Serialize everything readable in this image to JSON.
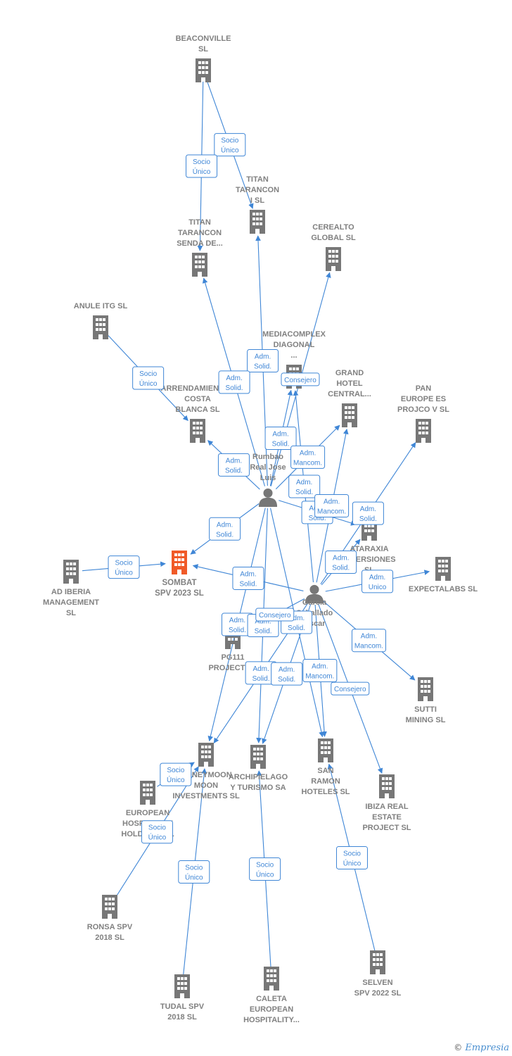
{
  "colors": {
    "edge": "#3f86d6",
    "building": "#777777",
    "focus": "#f05a28",
    "label": "#808080"
  },
  "credit": {
    "symbol": "©",
    "brand": "Empresia"
  },
  "nodes": [
    {
      "id": "beaconville",
      "type": "company",
      "lines": [
        "BEACONVILLE",
        "SL"
      ]
    },
    {
      "id": "titan1",
      "type": "company",
      "lines": [
        "TITAN",
        "TARANCON",
        "I  SL"
      ]
    },
    {
      "id": "titan2",
      "type": "company",
      "lines": [
        "TITAN",
        "TARANCON",
        "SENDA DE..."
      ]
    },
    {
      "id": "cerealto",
      "type": "company",
      "lines": [
        "CEREALTO",
        "GLOBAL  SL"
      ]
    },
    {
      "id": "anule",
      "type": "company",
      "lines": [
        "ANULE ITG  SL"
      ]
    },
    {
      "id": "mediacomplex",
      "type": "company",
      "lines": [
        "MEDIACOMPLEX",
        "DIAGONAL",
        "..."
      ]
    },
    {
      "id": "arrendamientos",
      "type": "company",
      "lines": [
        "ARRENDAMIENTOS",
        "COSTA",
        "BLANCA SL"
      ]
    },
    {
      "id": "grandhotel",
      "type": "company",
      "lines": [
        "GRAND",
        "HOTEL",
        "CENTRAL..."
      ]
    },
    {
      "id": "paneurope",
      "type": "company",
      "lines": [
        "PAN",
        "EUROPE ES",
        "PROJCO V SL"
      ]
    },
    {
      "id": "rumbao",
      "type": "person",
      "lines": [
        "Rumbao",
        "Real Jose",
        "Luis"
      ]
    },
    {
      "id": "ataraxia",
      "type": "company",
      "lines": [
        "ATARAXIA",
        "INVERSIONES",
        "SL"
      ]
    },
    {
      "id": "adiberia",
      "type": "company",
      "lines": [
        "AD IBERIA",
        "MANAGEMENT",
        "SL"
      ]
    },
    {
      "id": "sombat",
      "type": "focus",
      "lines": [
        "SOMBAT",
        "SPV 2023  SL"
      ]
    },
    {
      "id": "expectalabs",
      "type": "company",
      "lines": [
        "EXPECTALABS SL"
      ]
    },
    {
      "id": "oscar",
      "type": "person",
      "lines": [
        "Garcia",
        "Caballado",
        "Oscar"
      ]
    },
    {
      "id": "pg111",
      "type": "company",
      "lines": [
        "PG111",
        "PROJECT  SL"
      ]
    },
    {
      "id": "sutti",
      "type": "company",
      "lines": [
        "SUTTI",
        "MINING SL"
      ]
    },
    {
      "id": "honeymoon",
      "type": "company",
      "lines": [
        "HONEYMOON",
        "MOON",
        "INVESTMENTS SL"
      ]
    },
    {
      "id": "archipielago",
      "type": "company",
      "lines": [
        "ARCHIPIELAGO",
        "Y TURISMO SA"
      ]
    },
    {
      "id": "sanramon",
      "type": "company",
      "lines": [
        "SAN",
        "RAMON",
        "HOTELES SL"
      ]
    },
    {
      "id": "ibiza",
      "type": "company",
      "lines": [
        "IBIZA REAL",
        "ESTATE",
        "PROJECT  SL"
      ]
    },
    {
      "id": "eurohosp",
      "type": "company",
      "lines": [
        "EUROPEAN",
        "HOSPITALITY",
        "HOLDINGS SL"
      ]
    },
    {
      "id": "ronsa",
      "type": "company",
      "lines": [
        "RONSA SPV",
        "2018  SL"
      ]
    },
    {
      "id": "tudal",
      "type": "company",
      "lines": [
        "TUDAL SPV",
        "2018  SL"
      ]
    },
    {
      "id": "caleta",
      "type": "company",
      "lines": [
        "CALETA",
        "EUROPEAN",
        "HOSPITALITY..."
      ]
    },
    {
      "id": "selven",
      "type": "company",
      "lines": [
        "SELVEN",
        "SPV 2022  SL"
      ]
    }
  ],
  "edges": [
    {
      "from": "beaconville",
      "to": "titan1",
      "label": [
        "Socio",
        "Único"
      ]
    },
    {
      "from": "beaconville",
      "to": "titan2",
      "label": [
        "Socio",
        "Único"
      ]
    },
    {
      "from": "anule",
      "to": "arrendamientos",
      "label": [
        "Socio",
        "Único"
      ]
    },
    {
      "from": "adiberia",
      "to": "sombat",
      "label": [
        "Socio",
        "Único"
      ]
    },
    {
      "from": "rumbao",
      "to": "titan1",
      "label": [
        "Adm.",
        "Solid."
      ]
    },
    {
      "from": "rumbao",
      "to": "titan2",
      "label": [
        "Adm.",
        "Solid."
      ]
    },
    {
      "from": "rumbao",
      "to": "cerealto",
      "label": [
        "Consejero"
      ]
    },
    {
      "from": "rumbao",
      "to": "mediacomplex",
      "label": [
        "Adm.",
        "Solid."
      ]
    },
    {
      "from": "rumbao",
      "to": "grandhotel",
      "label": [
        "Adm.",
        "Mancom."
      ]
    },
    {
      "from": "rumbao",
      "to": "arrendamientos",
      "label": [
        "Adm.",
        "Solid."
      ]
    },
    {
      "from": "rumbao",
      "to": "sombat",
      "label": [
        "Adm.",
        "Solid."
      ]
    },
    {
      "from": "rumbao",
      "to": "ataraxia",
      "label": [
        "Adm.",
        "Solid."
      ]
    },
    {
      "from": "rumbao",
      "to": "honeymoon",
      "label": [
        "Adm.",
        "Solid."
      ]
    },
    {
      "from": "rumbao",
      "to": "archipielago",
      "label": [
        "Adm.",
        "Solid."
      ]
    },
    {
      "from": "rumbao",
      "to": "sanramon",
      "label": [
        "Adm.",
        "Solid."
      ]
    },
    {
      "from": "oscar",
      "to": "mediacomplex",
      "label": [
        "Adm.",
        "Solid."
      ]
    },
    {
      "from": "oscar",
      "to": "grandhotel",
      "label": [
        "Adm.",
        "Mancom."
      ]
    },
    {
      "from": "oscar",
      "to": "paneurope",
      "label": [
        "Adm.",
        "Solid."
      ]
    },
    {
      "from": "oscar",
      "to": "ataraxia",
      "label": [
        "Adm.",
        "Solid."
      ]
    },
    {
      "from": "oscar",
      "to": "expectalabs",
      "label": [
        "Adm.",
        "Unico"
      ]
    },
    {
      "from": "oscar",
      "to": "sombat",
      "label": [
        "Adm.",
        "Solid."
      ]
    },
    {
      "from": "oscar",
      "to": "pg111",
      "label": [
        "Consejero"
      ]
    },
    {
      "from": "oscar",
      "to": "honeymoon",
      "label": [
        "Adm.",
        "Solid."
      ]
    },
    {
      "from": "oscar",
      "to": "archipielago",
      "label": [
        "Adm.",
        "Solid."
      ]
    },
    {
      "from": "oscar",
      "to": "sutti",
      "label": [
        "Adm.",
        "Mancom."
      ]
    },
    {
      "from": "oscar",
      "to": "sanramon",
      "label": [
        "Adm.",
        "Mancom."
      ]
    },
    {
      "from": "oscar",
      "to": "ibiza",
      "label": [
        "Consejero"
      ]
    },
    {
      "from": "eurohosp",
      "to": "honeymoon",
      "label": [
        "Socio",
        "Único"
      ]
    },
    {
      "from": "ronsa",
      "to": "honeymoon",
      "label": [
        "Socio",
        "Único"
      ]
    },
    {
      "from": "tudal",
      "to": "honeymoon",
      "label": [
        "Socio",
        "Único"
      ]
    },
    {
      "from": "caleta",
      "to": "archipielago",
      "label": [
        "Socio",
        "Único"
      ]
    },
    {
      "from": "selven",
      "to": "sanramon",
      "label": [
        "Socio",
        "Único"
      ]
    }
  ]
}
